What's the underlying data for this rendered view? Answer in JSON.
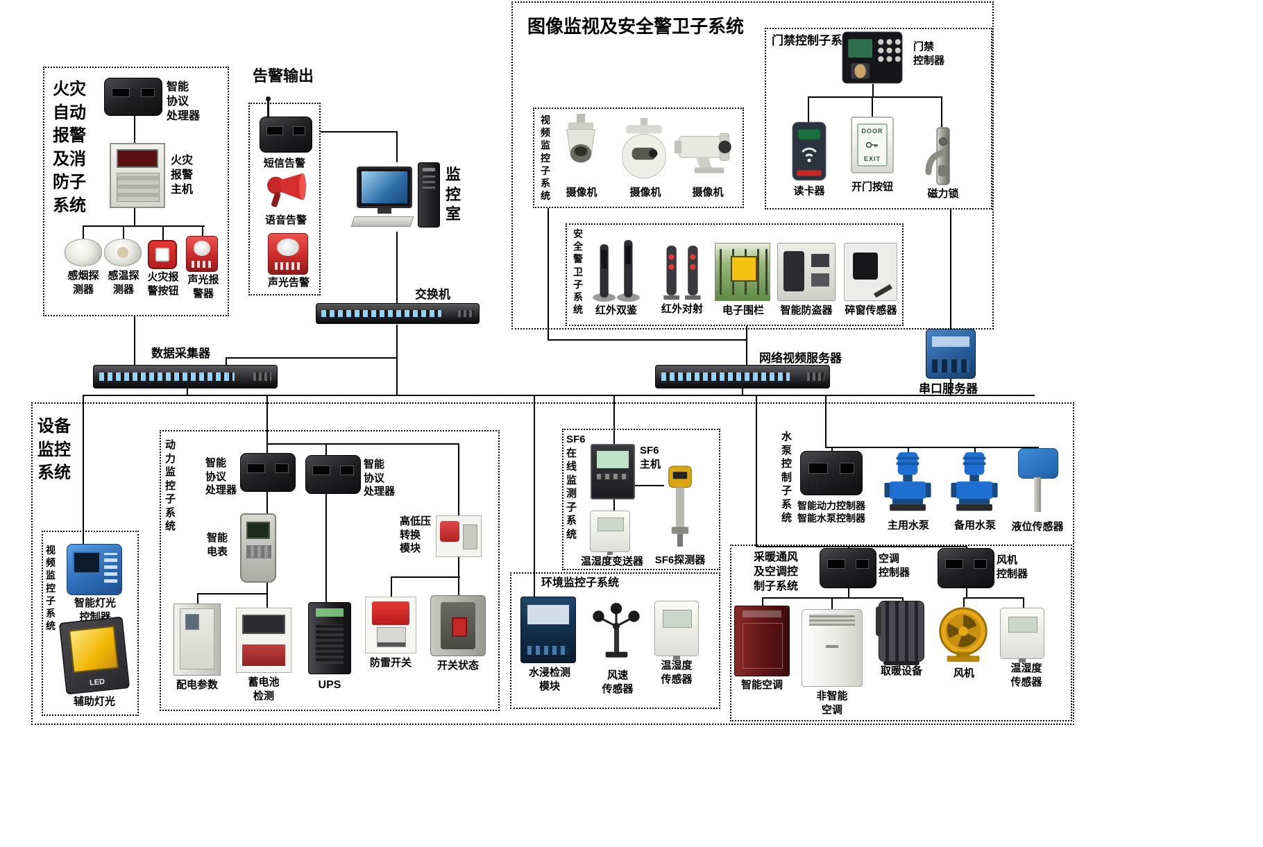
{
  "colors": {
    "line": "#000000",
    "serial_blue": "#2e6fae",
    "alarm_red": "#c62828",
    "pump_blue": "#1f6fd0",
    "fan_yellow": "#e6a817"
  },
  "fire": {
    "box_title": "火灾\n自动\n报警\n及消\n防子\n系统",
    "protocol_label": "智能\n协议\n处理器",
    "host_label": "火灾\n报警\n主机",
    "smoke_label": "感烟探\n测器",
    "temp_label": "感温探\n测器",
    "button_label": "火灾报\n警按钮",
    "sound_label": "声光报\n警器"
  },
  "alarm_output": {
    "title": "告警输出",
    "sms_label": "短信告警",
    "voice_label": "语音告警",
    "soundlight_label": "声光告警"
  },
  "monitor_room_label": "监\n控\n室",
  "switch_label": "交换机",
  "surveillance": {
    "title": "图像监视及安全警卫子系统",
    "access": {
      "box_title": "门禁控制子系统",
      "controller_label": "门禁\n控制器",
      "reader_label": "读卡器",
      "button_label": "开门按钮",
      "lock_label": "磁力锁",
      "door_button_text": {
        "top": "DOOR",
        "bottom": "EXIT"
      }
    },
    "video": {
      "box_title": "视\n频\n监\n控\n子\n系\n统",
      "camera1_label": "摄像机",
      "camera2_label": "摄像机",
      "camera3_label": "摄像机"
    },
    "guard": {
      "box_title": "安\n全\n警\n卫\n子\n系\n统",
      "ir_dual_label": "红外双鉴",
      "ir_beam_label": "红外对射",
      "fence_label": "电子围栏",
      "antitheft_label": "智能防盗器",
      "window_label": "碎窗传感器"
    }
  },
  "backbone": {
    "collector_label": "数据采集器",
    "nvs_label": "网络视频服务器",
    "serial_label": "串口服务器"
  },
  "equipment": {
    "box_title": "设备\n监控\n系统",
    "power": {
      "box_title": "动\n力\n监\n控\n子\n系\n统",
      "proto1_label": "智能\n协议\n处理器",
      "proto2_label": "智能\n协议\n处理器",
      "meter_label": "智能\n电表",
      "hv_label": "高低压\n转换\n模块",
      "dist_label": "配电参数",
      "battery_label": "蓄电池\n检测",
      "ups_label": "UPS",
      "lightning_label": "防雷开关",
      "switch_state_label": "开关状态"
    },
    "lighting": {
      "box_title": "视\n频\n监\n控\n子\n系\n统",
      "controller_label": "智能灯光\n控制器",
      "aux_label": "辅助灯光",
      "led_text": "LED"
    },
    "sf6": {
      "box_title": "SF6\n在\n线\n监\n测\n子\n系\n统",
      "host_label": "SF6\n主机",
      "th_label": "温湿度变送器",
      "detector_label": "SF6探测器"
    },
    "environment": {
      "box_title": "环境监控子系统",
      "water_label": "水浸检测\n模块",
      "wind_label": "风速\n传感器",
      "th_label": "温湿度\n传感器"
    },
    "pump": {
      "box_title": "水\n泵\n控\n制\n子\n系\n统",
      "controller_label": "智能动力控制器\n智能水泵控制器",
      "main_label": "主用水泵",
      "backup_label": "备用水泵",
      "level_label": "液位传感器"
    },
    "hvac": {
      "box_title": "采暖通风\n及空调控\n制子系统",
      "ac_ctrl_label": "空调\n控制器",
      "fan_ctrl_label": "风机\n控制器",
      "smart_ac_label": "智能空调",
      "plain_ac_label": "非智能\n空调",
      "heater_label": "取暖设备",
      "fan_label": "风机",
      "th_label": "温湿度\n传感器"
    }
  }
}
